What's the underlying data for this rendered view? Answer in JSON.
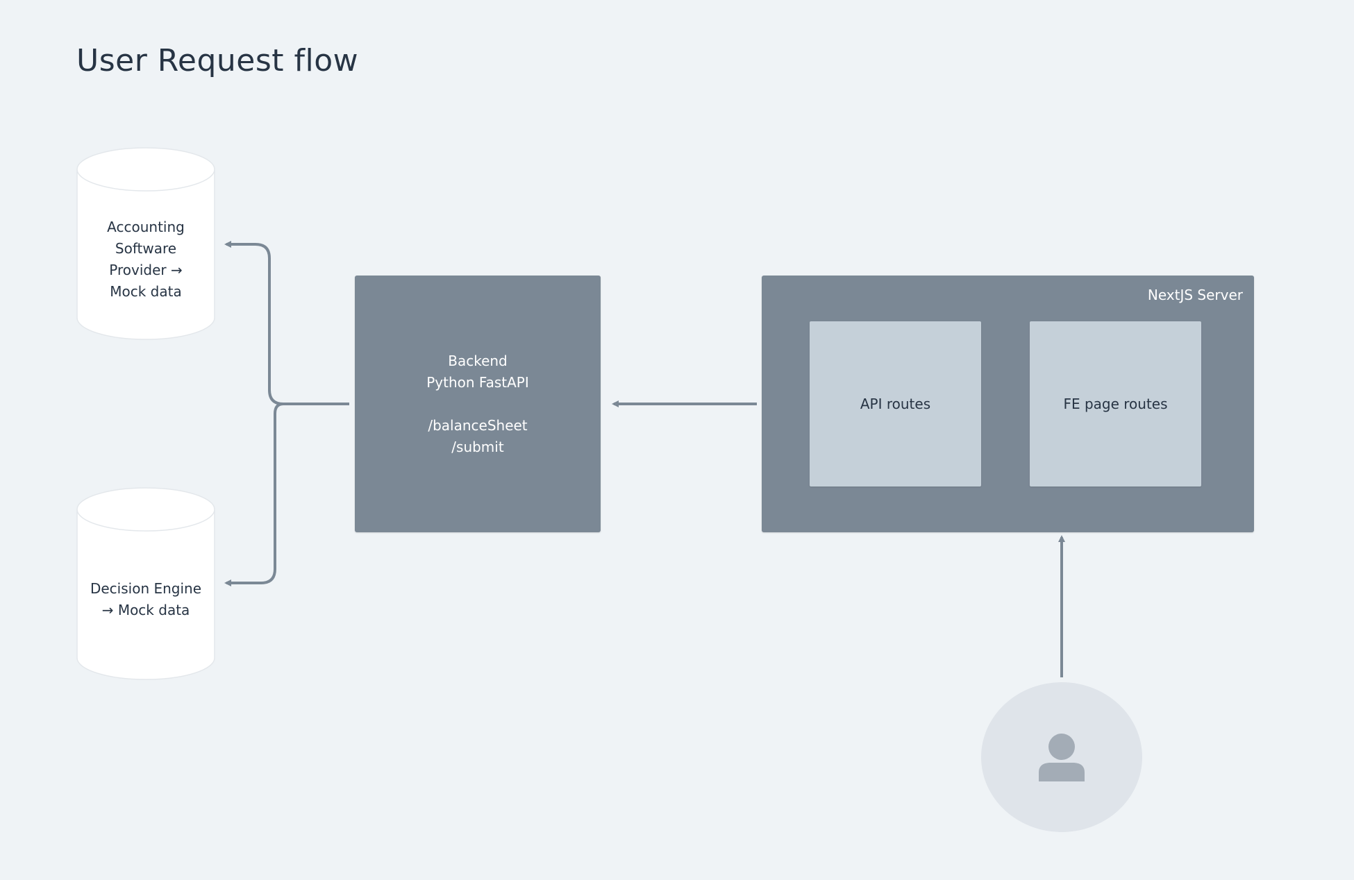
{
  "title": "User Request flow",
  "nodes": {
    "accounting": {
      "label": "Accounting\nSoftware\nProvider →\nMock data"
    },
    "decision_engine": {
      "label": "Decision Engine\n→ Mock data"
    },
    "backend": {
      "label": "Backend\nPython FastAPI\n\n/balanceSheet\n/submit"
    },
    "nextjs_server": {
      "label": "NextJS Server",
      "api_routes": "API routes",
      "fe_routes": "FE page routes"
    },
    "user": {
      "icon": "user-icon"
    }
  },
  "colors": {
    "background": "#eff3f6",
    "box": "#7b8895",
    "inner_box": "#c5d0d9",
    "connector": "#7b8895",
    "user_circle": "#dfe4ea",
    "user_icon": "#a3acb6",
    "text_dark": "#273444"
  }
}
